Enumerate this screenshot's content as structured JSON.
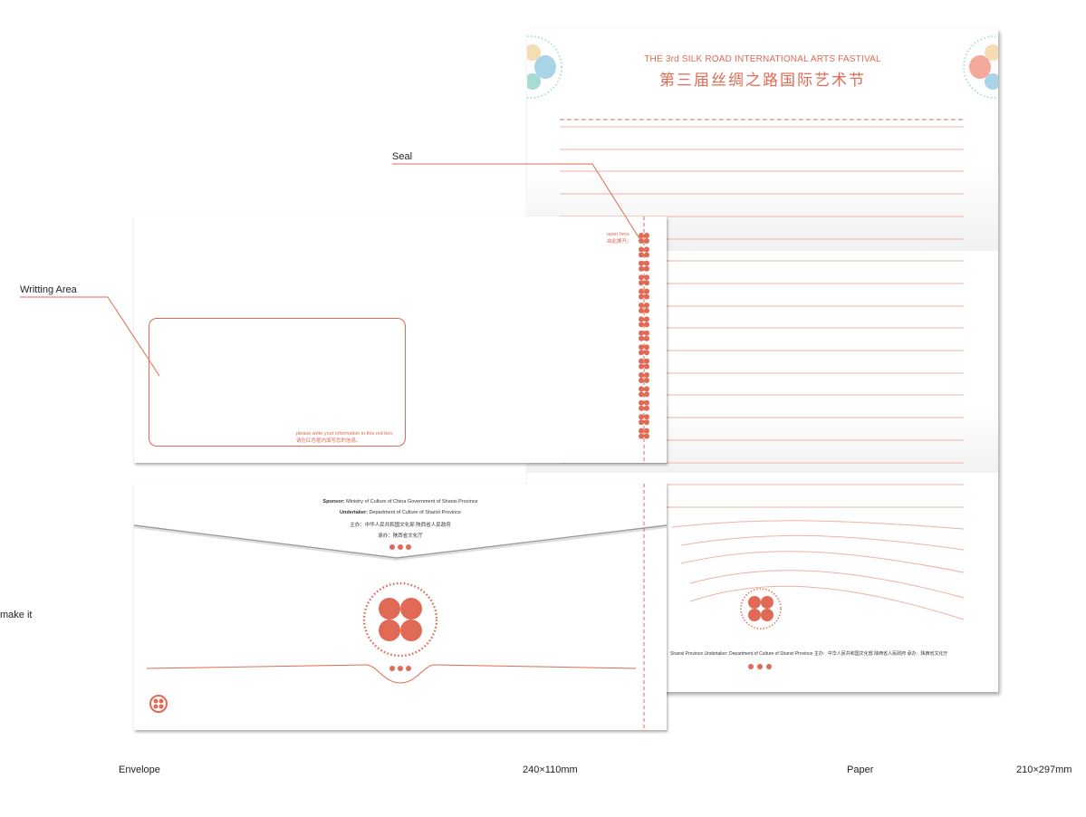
{
  "annotations": {
    "seal": "Seal",
    "writing_area": "Writting Area",
    "make_it": "make it"
  },
  "captions": {
    "envelope": "Envelope",
    "envelope_size": "240×110mm",
    "paper": "Paper",
    "paper_size": "210×297mm"
  },
  "paper": {
    "title_en": "THE 3rd SILK ROAD INTERNATIONAL ARTS FASTIVAL",
    "title_cn": "第三届丝绸之路国际艺术节",
    "footer": "Shanxi Province   Undertaker: Department of Culture of Shanxi Province   主办：中华人民共和国文化部 陕西省人民政府   承办：陕西省文化厅"
  },
  "envelope_front": {
    "open_here_en": "open here.",
    "open_here_cn": "由此撕开。",
    "box_note_en": "please write your information in this red box.",
    "box_note_cn": "请在红色框内填写您的信息。"
  },
  "envelope_back": {
    "sponsor_label": "Sponsor:",
    "sponsor": " Ministry of Culture of China  Government of Shanxi Province",
    "undertaker_label": "Undertaker:",
    "undertaker": " Department of Culture of Shanxi Province",
    "host_cn": "主办：中华人民共和国文化部 陕西省人民政府",
    "organizer_cn": "承办：陕西省文化厅"
  },
  "colors": {
    "accent": "#e06a55",
    "line": "#f0b0a4",
    "pastel_pink": "#f4a99a",
    "pastel_blue": "#a8d4e6",
    "pastel_yellow": "#f6dcb4",
    "pastel_teal": "#a9dbd5"
  }
}
